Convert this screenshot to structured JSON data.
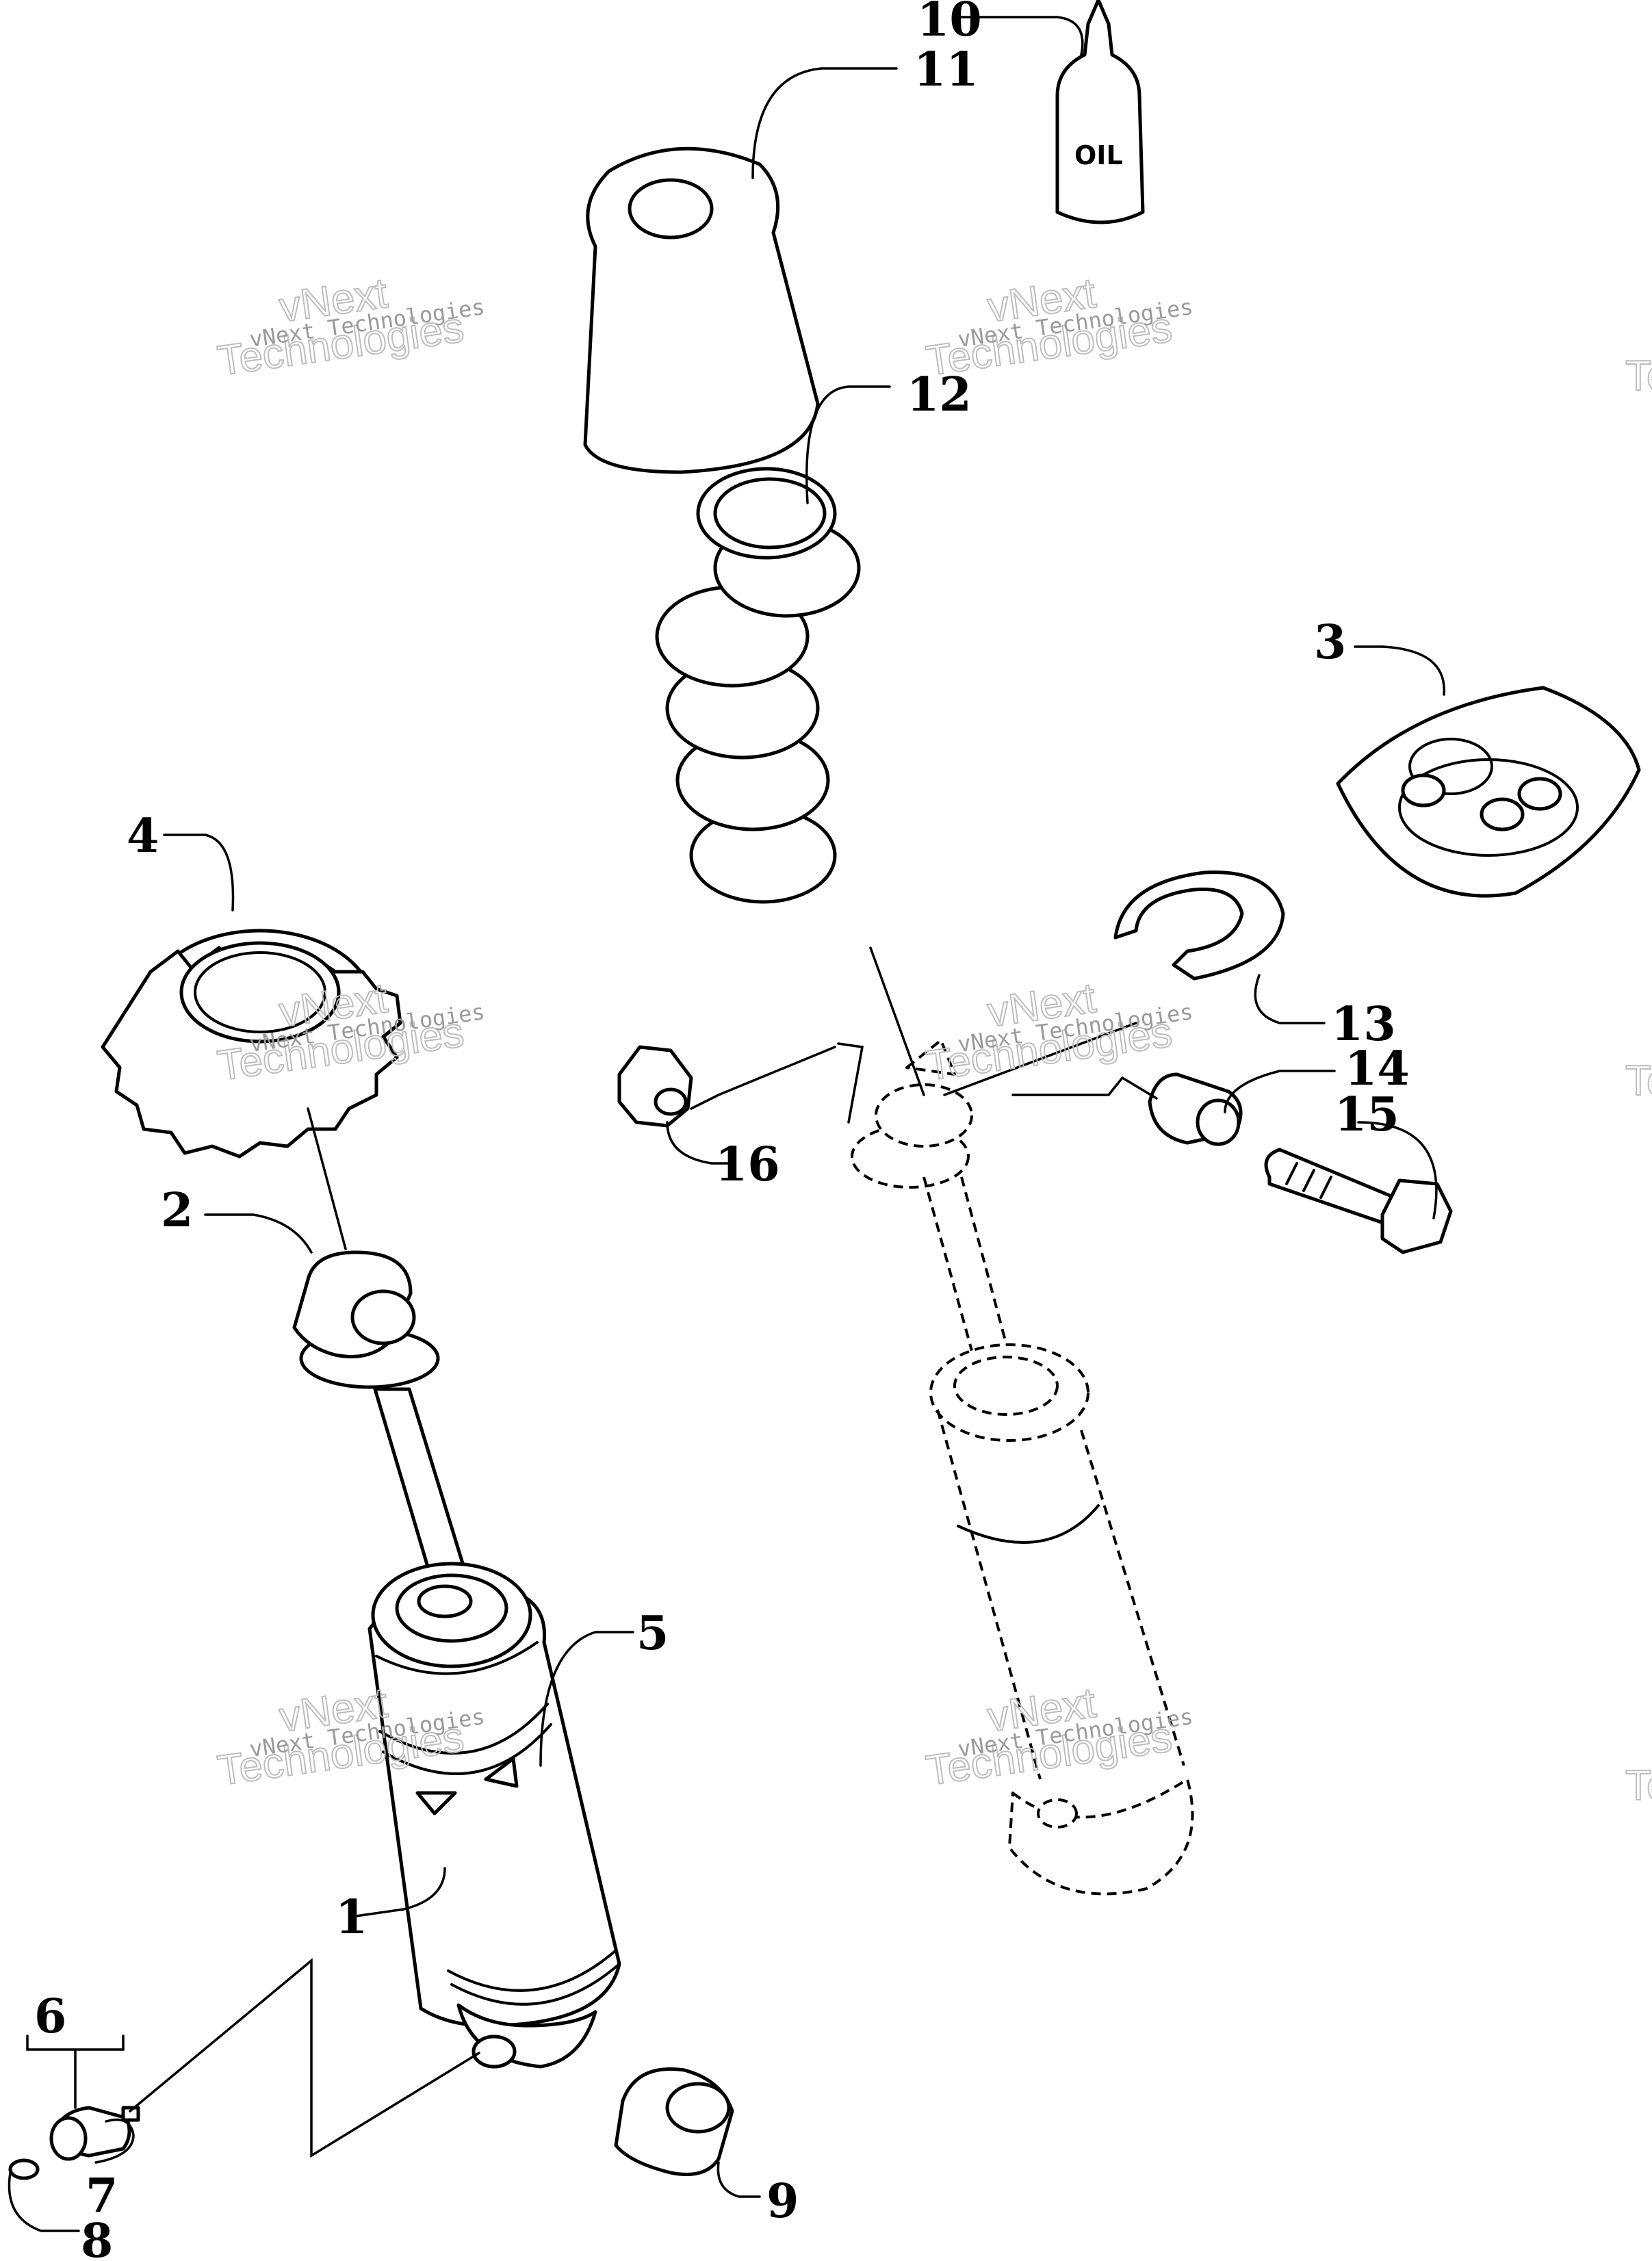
{
  "callouts": [
    {
      "id": "1",
      "label": "1"
    },
    {
      "id": "2",
      "label": "2"
    },
    {
      "id": "3",
      "label": "3"
    },
    {
      "id": "4",
      "label": "4"
    },
    {
      "id": "5",
      "label": "5"
    },
    {
      "id": "6",
      "label": "6"
    },
    {
      "id": "7",
      "label": "7"
    },
    {
      "id": "8",
      "label": "8"
    },
    {
      "id": "9",
      "label": "9"
    },
    {
      "id": "10",
      "label": "10"
    },
    {
      "id": "11",
      "label": "11"
    },
    {
      "id": "12",
      "label": "12"
    },
    {
      "id": "13",
      "label": "13"
    },
    {
      "id": "14",
      "label": "14"
    },
    {
      "id": "15",
      "label": "15"
    },
    {
      "id": "16",
      "label": "16"
    }
  ],
  "oil_bottle_label": "OIL",
  "watermark": {
    "line1": "vNext Technologies",
    "line2a": "vNext",
    "line2b": "Technologies"
  }
}
